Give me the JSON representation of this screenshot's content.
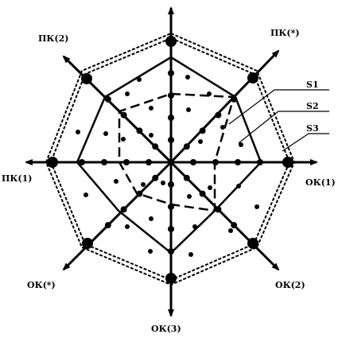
{
  "axes": [
    {
      "id": "ok1",
      "label": "ОК(1)"
    },
    {
      "id": "pk_star",
      "label": "ПК(*)"
    },
    {
      "id": "top",
      "label": ""
    },
    {
      "id": "pk2",
      "label": "ПК(2)"
    },
    {
      "id": "pk1",
      "label": "ПК(1)"
    },
    {
      "id": "ok_star",
      "label": "ОК(*)"
    },
    {
      "id": "ok3",
      "label": "ОК(3)"
    },
    {
      "id": "ok2",
      "label": "ОК(2)"
    }
  ],
  "curves": [
    {
      "id": "s1",
      "label": "S1"
    },
    {
      "id": "s2",
      "label": "S2"
    },
    {
      "id": "s3",
      "label": "S3"
    }
  ]
}
